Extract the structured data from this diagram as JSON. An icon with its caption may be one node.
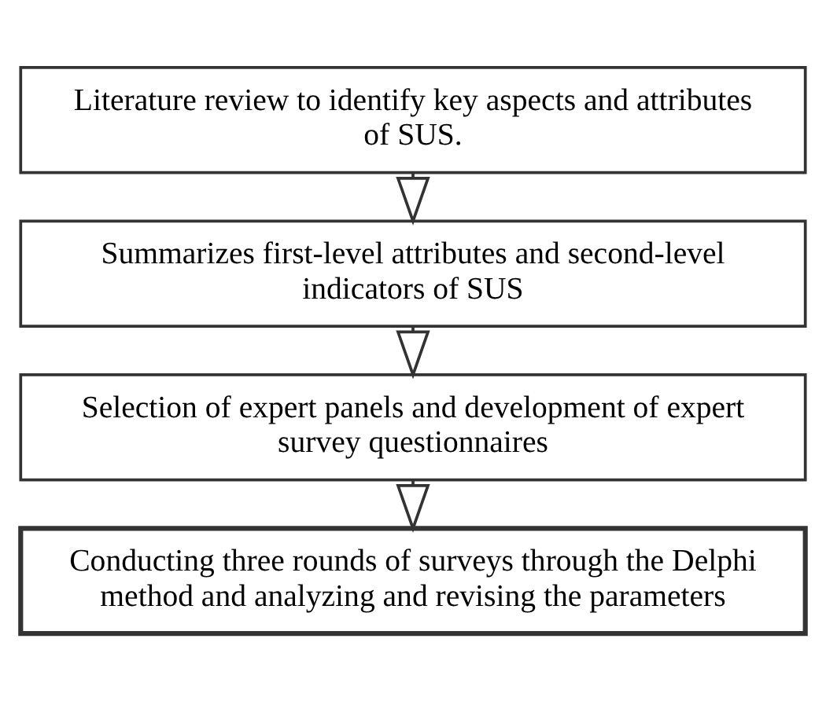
{
  "diagram": {
    "nodes": [
      {
        "text": [
          "Literature review to identify key aspects and attributes of SUS."
        ]
      },
      {
        "text": [
          "Summarizes first-level attributes and second-level indicators of SUS"
        ]
      },
      {
        "text": [
          "Selection of expert panels and development of expert survey questionnaires"
        ]
      },
      {
        "text": [
          "Conducting three rounds of surveys through the Delphi method and analyzing and revising the parameters"
        ]
      }
    ],
    "edges": [
      {
        "from": 0,
        "to": 1,
        "arrow": "to"
      },
      {
        "from": 1,
        "to": 2,
        "arrow": "to"
      },
      {
        "from": 2,
        "to": 3,
        "arrow": "to"
      }
    ]
  }
}
